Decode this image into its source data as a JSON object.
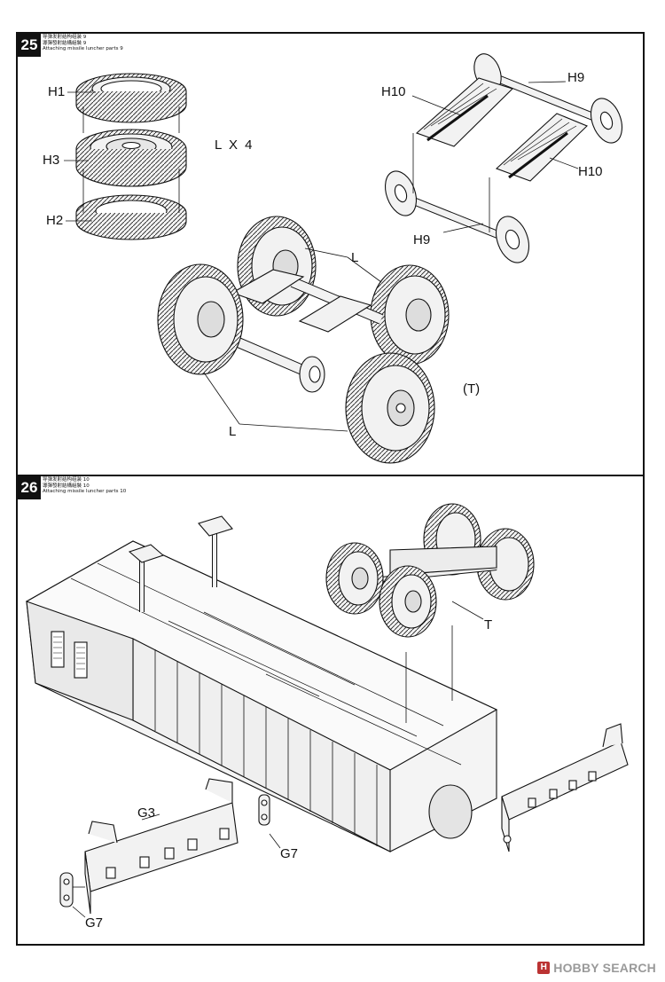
{
  "step25": {
    "number": "25",
    "title_lines": [
      "导弹发射结构组装 9",
      "導彈發射結構組裝 9",
      "Attaching missile luncher parts 9"
    ],
    "callouts": {
      "h1": "H1",
      "h3": "H3",
      "h2": "H2",
      "lx4": "L X 4",
      "h10_top": "H10",
      "h9_top": "H9",
      "h10_right": "H10",
      "h9_bottom": "H9",
      "l_top": "L",
      "l_bottom": "L",
      "t": "(T)"
    }
  },
  "step26": {
    "number": "26",
    "title_lines": [
      "导弹发射结构组装 10",
      "導彈發射結構組裝 10",
      "Attaching missile luncher parts 10"
    ],
    "callouts": {
      "t": "T",
      "g3": "G3",
      "g7_right": "G7",
      "g7_left": "G7"
    }
  },
  "watermark": {
    "badge": "H",
    "text": "HOBBY SEARCH"
  },
  "colors": {
    "line": "#111111",
    "part_fill": "#f2f2f2",
    "shade": "#cfcfcf",
    "accent_wm": "#9a9a9a"
  }
}
